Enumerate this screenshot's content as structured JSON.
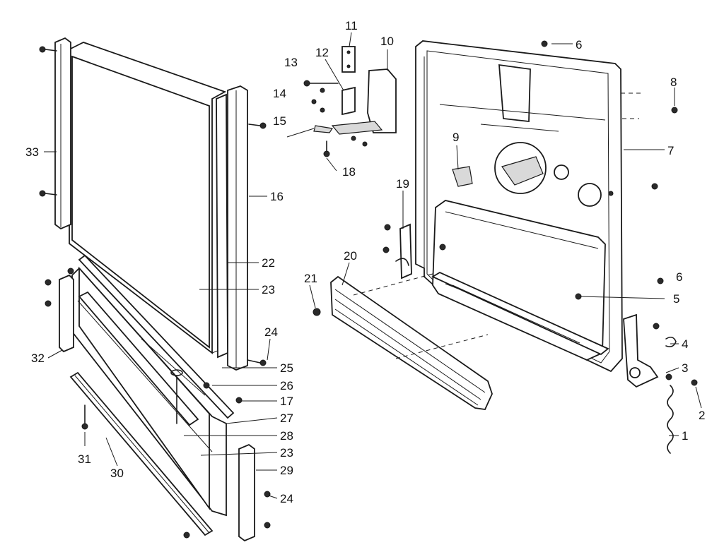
{
  "callouts": {
    "c1": "1",
    "c2": "2",
    "c3": "3",
    "c4": "4",
    "c5": "5",
    "c6a": "6",
    "c6b": "6",
    "c7": "7",
    "c8": "8",
    "c9": "9",
    "c10": "10",
    "c11": "11",
    "c12": "12",
    "c13": "13",
    "c14": "14",
    "c15": "15",
    "c16": "16",
    "c17": "17",
    "c18": "18",
    "c19": "19",
    "c20": "20",
    "c21": "21",
    "c22": "22",
    "c23a": "23",
    "c23b": "23",
    "c24a": "24",
    "c24b": "24",
    "c25": "25",
    "c26": "26",
    "c27": "27",
    "c28": "28",
    "c29": "29",
    "c30": "30",
    "c31": "31",
    "c32": "32",
    "c33": "33"
  }
}
